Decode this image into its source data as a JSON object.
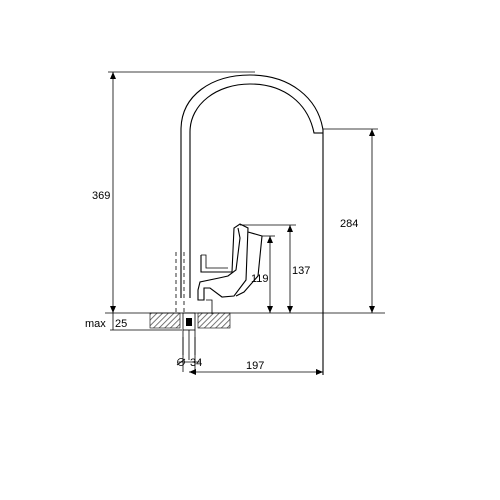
{
  "dimensions": {
    "total_height": "369",
    "spout_height": "284",
    "lever_height_max": "137",
    "lever_height": "119",
    "max_label": "max",
    "deck_thickness": "25",
    "hole_diameter": "34",
    "reach": "197"
  },
  "colors": {
    "line": "#000000",
    "hatch": "#555555",
    "background": "#ffffff"
  }
}
